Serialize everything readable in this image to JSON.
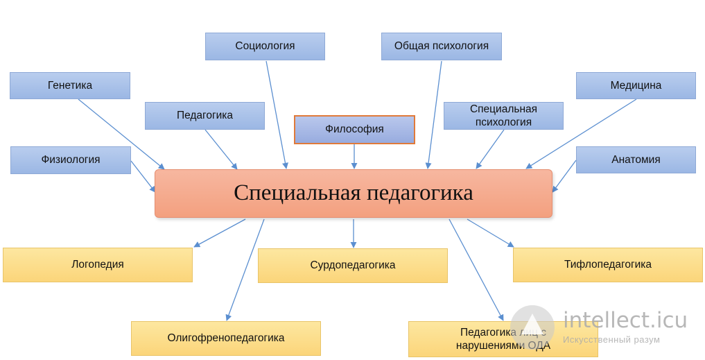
{
  "center": "Специальная педагогика",
  "top": {
    "philosophy": "Философия",
    "sociology": "Социология",
    "general_psychology": "Общая психология",
    "genetics": "Генетика",
    "pedagogy": "Педагогика",
    "special_psychology": "Специальная психология",
    "medicine": "Медицина",
    "physiology": "Физиология",
    "anatomy": "Анатомия"
  },
  "bottom": {
    "logopedics": "Логопедия",
    "surdopedagogy": "Сурдопедагогика",
    "typhlopedagogy": "Тифлопедагогика",
    "oligophrenopedagogy": "Олигофренопедагогика",
    "oda_pedagogy": "Педагогика лиц с нарушениями ОДА"
  },
  "watermark": {
    "name": "intellect.icu",
    "subtitle": "Искусственный разум"
  },
  "colors": {
    "arrow": "#5b8fd0",
    "blue_box": "#a8c1ea",
    "yellow_box": "#fcdc86",
    "center_box": "#f5a888",
    "philosophy_border": "#e07a3a"
  }
}
